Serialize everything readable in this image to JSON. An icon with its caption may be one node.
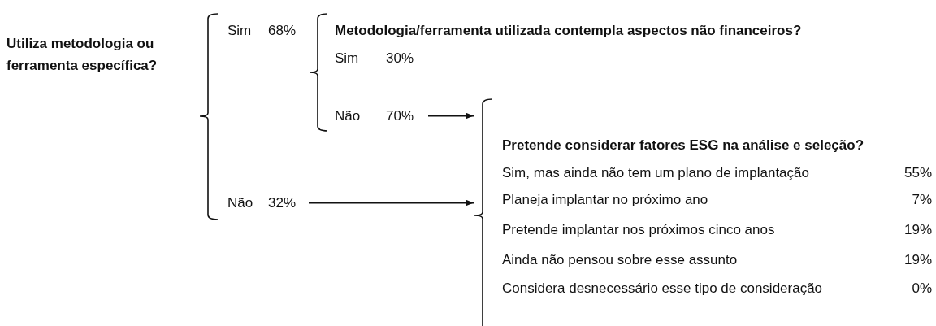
{
  "diagram": {
    "nodes": [
      {
        "text": [
          "Utiliza metodologia ou ferramenta específica?"
        ]
      },
      {
        "text": [
          "Sim",
          "68%"
        ]
      },
      {
        "text": [
          "Não",
          "32%"
        ]
      },
      {
        "text": [
          "Metodologia/ferramenta utilizada contempla  aspectos não financeiros?"
        ]
      },
      {
        "text": [
          "Sim",
          "30%"
        ]
      },
      {
        "text": [
          "Não",
          "70%"
        ]
      },
      {
        "text": [
          "Pretende considerar fatores ESG na análise e seleção?"
        ]
      }
    ],
    "edges": [
      {
        "from": 5,
        "to": 6,
        "arrow": "to"
      },
      {
        "from": 2,
        "to": 6,
        "arrow": "to"
      }
    ],
    "labels": [
      "Sim, mas ainda não tem um plano de implantação",
      "55%",
      "Planeja implantar no próximo ano",
      "7%",
      "Pretende implantar nos próximos cinco anos",
      "19%",
      "Ainda não pensou sobre esse assunto",
      "19%",
      "Considera desnecessário esse tipo de consideração",
      "0%"
    ]
  }
}
